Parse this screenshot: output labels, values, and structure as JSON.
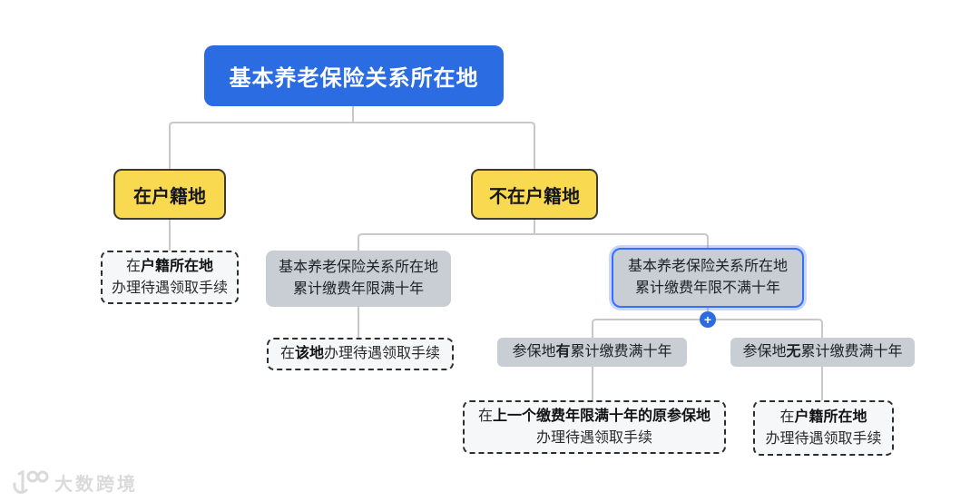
{
  "page": {
    "background": "#ffffff"
  },
  "colors": {
    "accent_blue": "#2b6ce2",
    "selection_blue": "#3370ff",
    "node_yellow": "#f9d950",
    "node_yellow_border": "#3d3a33",
    "node_gray": "#c9cdd4",
    "dashed_fill": "#f6f7f8",
    "dashed_border": "#2e2e2e",
    "line_gray": "#c9c9c9",
    "text_dark": "#1d2127",
    "watermark_gray": "#d9d9d9"
  },
  "nodes": {
    "root": {
      "label": "基本养老保险关系所在地"
    },
    "in_hukou": {
      "label": "在户籍地"
    },
    "not_in_hukou": {
      "label": "不在户籍地"
    },
    "years_ge10": {
      "line1": "基本养老保险关系所在地",
      "line2": "累计缴费年限满十年"
    },
    "years_lt10": {
      "line1": "基本养老保险关系所在地",
      "line2": "累计缴费年限不满十年"
    },
    "expand_badge": {
      "symbol": "+"
    },
    "joined_ge10": {
      "prefix": "参保地",
      "bold": "有",
      "suffix": "累计缴费满十年"
    },
    "joined_lt10": {
      "prefix": "参保地",
      "bold": "无",
      "suffix": "累计缴费满十年"
    },
    "result_hukou_left": {
      "prefix": "在",
      "bold": "户籍所在地",
      "line2": "办理待遇领取手续"
    },
    "result_local": {
      "prefix": "在",
      "bold": "该地",
      "suffix": "办理待遇领取手续"
    },
    "result_prev_place": {
      "prefix": "在",
      "bold": "上一个缴费年限满十年的原参保地",
      "line2": "办理待遇领取手续"
    },
    "result_hukou_right": {
      "prefix": "在",
      "bold": "户籍所在地",
      "line2": "办理待遇领取手续"
    }
  },
  "watermark": {
    "brand": "大数跨境"
  }
}
